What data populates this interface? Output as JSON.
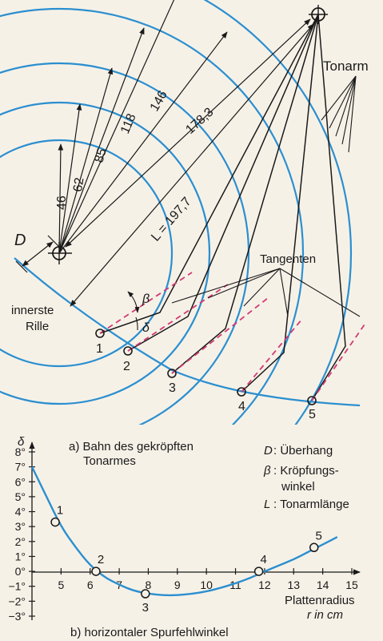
{
  "diagram": {
    "tonarm_label": "Tonarm",
    "tangenten_label": "Tangenten",
    "innerste_label_1": "innerste",
    "innerste_label_2": "Rille",
    "d_symbol": "D",
    "beta_symbol": "β",
    "delta_symbol": "δ",
    "radii_labels": [
      "46",
      "62",
      "85",
      "118",
      "146"
    ],
    "arm_length_1": "178,3",
    "arm_length_2": "L = 197,7",
    "points": [
      "1",
      "2",
      "3",
      "4",
      "5"
    ],
    "caption_a_1": "a) Bahn des gekröpften",
    "caption_a_2": "Tonarmes",
    "legend": [
      {
        "symbol": "D",
        "text": ": Überhang"
      },
      {
        "symbol": "β",
        "text": ": Kröpfungs-"
      },
      {
        "symbol": "",
        "text": "winkel"
      },
      {
        "symbol": "L",
        "text": ": Tonarmlänge"
      }
    ],
    "colors": {
      "groove": "#2b8fd0",
      "tangent": "#d23a73",
      "ink": "#1a1a1a",
      "paper": "#f6f1e7"
    }
  },
  "chart_data": {
    "type": "line",
    "caption": "b) horizontaler Spurfehlwinkel",
    "ylabel": "δ",
    "xlabel_1": "Plattenradius",
    "xlabel_2": "r in cm",
    "xlim": [
      4,
      15
    ],
    "ylim": [
      -3,
      8
    ],
    "x_ticks": [
      "5",
      "6",
      "7",
      "8",
      "9",
      "10",
      "11",
      "12",
      "13",
      "14",
      "15"
    ],
    "y_ticks": [
      "8°",
      "7°",
      "6°",
      "5°",
      "4°",
      "3°",
      "2°",
      "1°",
      "0°",
      "−1°",
      "−2°",
      "−3°"
    ],
    "series": [
      {
        "values": [
          [
            4.0,
            7.0
          ],
          [
            4.5,
            5.0
          ],
          [
            5.0,
            3.0
          ],
          [
            5.5,
            1.6
          ],
          [
            6.0,
            0.4
          ],
          [
            6.5,
            -0.4
          ],
          [
            7.0,
            -0.9
          ],
          [
            7.5,
            -1.3
          ],
          [
            8.0,
            -1.5
          ],
          [
            8.5,
            -1.6
          ],
          [
            9.0,
            -1.6
          ],
          [
            9.5,
            -1.5
          ],
          [
            10.0,
            -1.35
          ],
          [
            10.5,
            -1.1
          ],
          [
            11.0,
            -0.8
          ],
          [
            11.5,
            -0.45
          ],
          [
            12.0,
            0.0
          ],
          [
            12.5,
            0.4
          ],
          [
            13.0,
            0.8
          ],
          [
            13.5,
            1.3
          ],
          [
            14.0,
            1.8
          ],
          [
            14.5,
            2.3
          ]
        ]
      }
    ],
    "markers": [
      {
        "label": "1",
        "x": 4.8,
        "y": 3.3
      },
      {
        "label": "2",
        "x": 6.2,
        "y": 0.0
      },
      {
        "label": "3",
        "x": 7.9,
        "y": -1.5
      },
      {
        "label": "4",
        "x": 11.8,
        "y": 0.0
      },
      {
        "label": "5",
        "x": 13.7,
        "y": 1.6
      }
    ]
  }
}
